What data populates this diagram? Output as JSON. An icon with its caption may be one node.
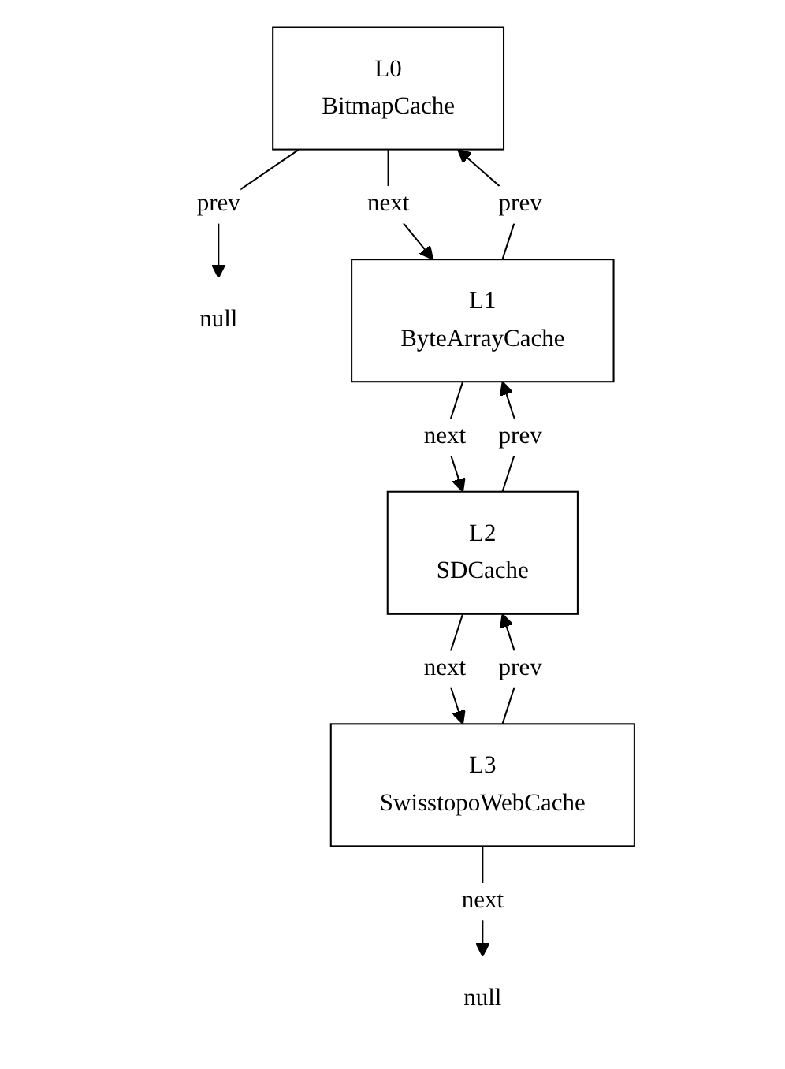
{
  "diagram": {
    "nodes": [
      {
        "text": [
          "null"
        ]
      },
      {
        "text": [
          "L0",
          "BitmapCache"
        ]
      },
      {
        "text": [
          "L1",
          "ByteArrayCache"
        ]
      },
      {
        "text": [
          "L2",
          "SDCache"
        ]
      },
      {
        "text": [
          "L3",
          "SwisstopoWebCache"
        ]
      },
      {
        "text": [
          "null"
        ]
      }
    ],
    "edges": [
      {
        "from": 1,
        "to": 0,
        "arrow": "to",
        "label": "prev"
      },
      {
        "from": 1,
        "to": 2,
        "arrow": "to",
        "label": "next"
      },
      {
        "from": 2,
        "to": 1,
        "arrow": "to",
        "label": "prev"
      },
      {
        "from": 2,
        "to": 3,
        "arrow": "to",
        "label": "next"
      },
      {
        "from": 3,
        "to": 2,
        "arrow": "to",
        "label": "prev"
      },
      {
        "from": 3,
        "to": 4,
        "arrow": "to",
        "label": "next"
      },
      {
        "from": 4,
        "to": 3,
        "arrow": "to",
        "label": "prev"
      },
      {
        "from": 4,
        "to": 5,
        "arrow": "to",
        "label": "next"
      }
    ]
  }
}
